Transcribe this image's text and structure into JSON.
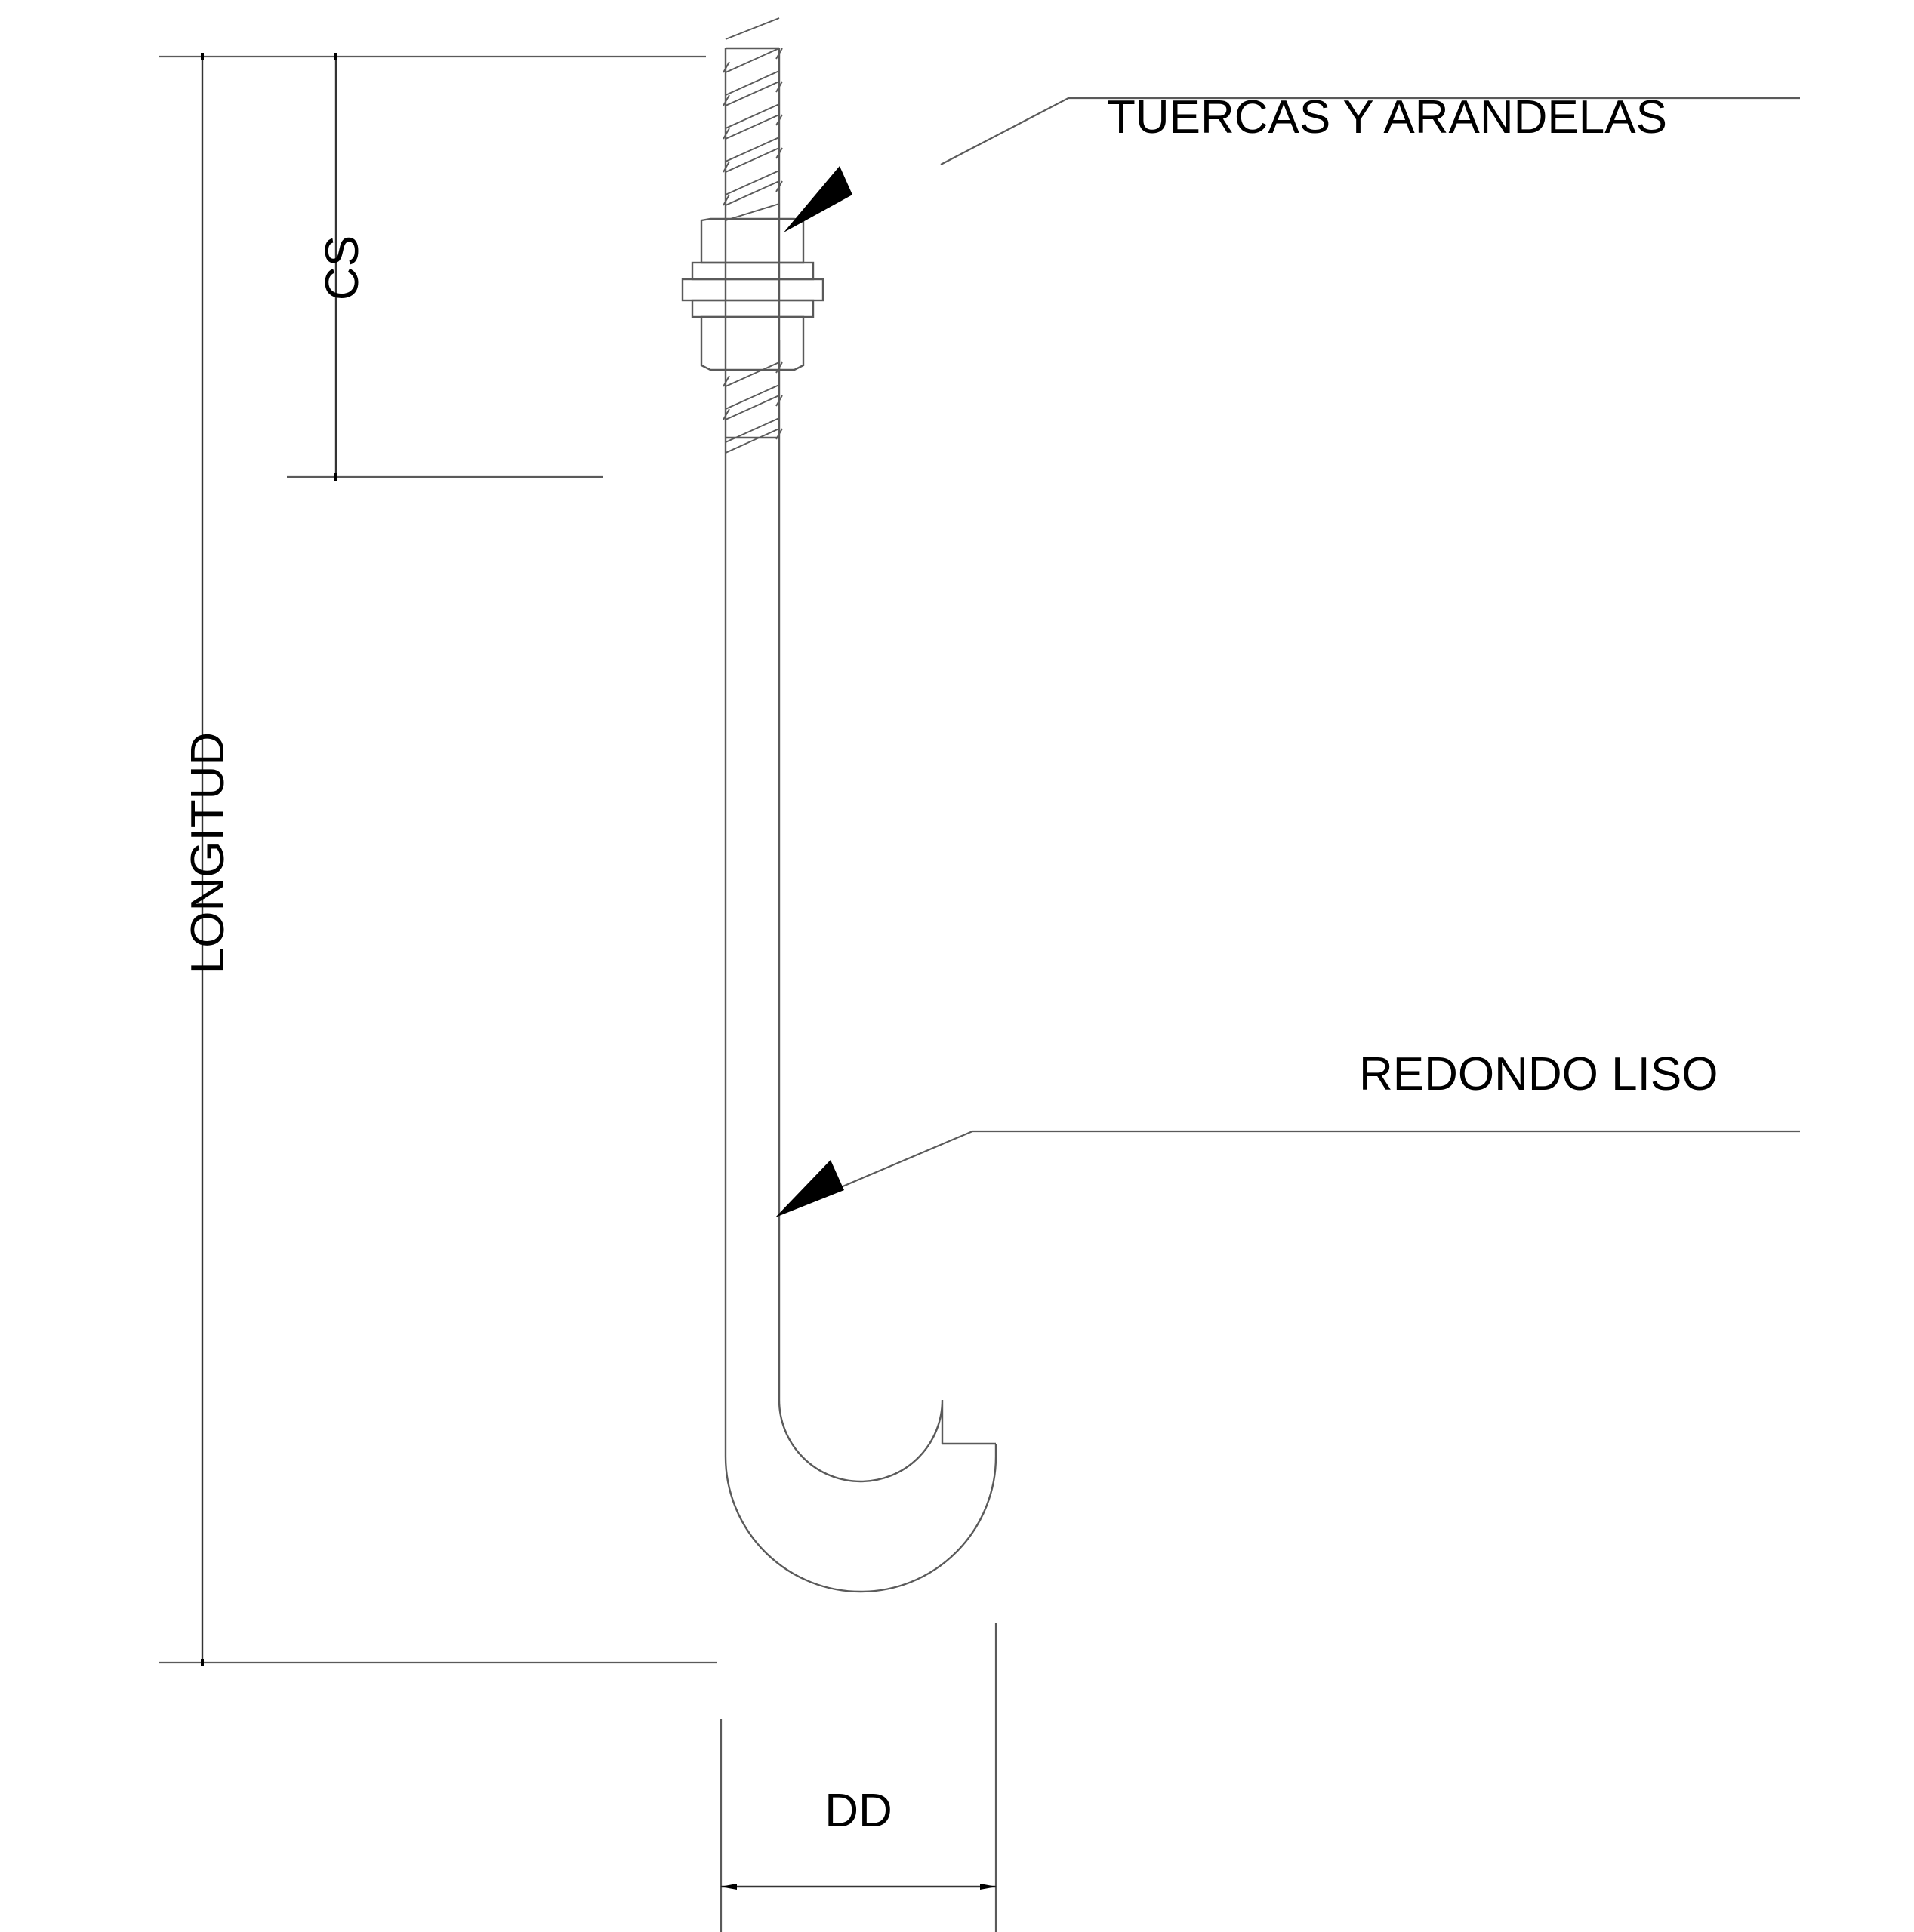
{
  "drawing": {
    "title": "Anclaje tipo J - despiece",
    "language": "es",
    "line_color": "#5a5a5a",
    "text_color": "#000000",
    "background": "#ffffff"
  },
  "annotations": {
    "nuts_washers": {
      "label": "TUERCAS Y ARANDELAS",
      "font_size": 62
    },
    "plain_round_bar": {
      "label": "REDONDO LISO",
      "font_size": 62
    }
  },
  "dimensions": {
    "overall_length": {
      "label": "LONGITUD",
      "font_size": 62,
      "orientation": "vertical"
    },
    "thread_projection": {
      "label": "CS",
      "font_size": 62,
      "orientation": "vertical"
    },
    "hook_diameter": {
      "label": "DD",
      "font_size": 62,
      "orientation": "horizontal"
    }
  },
  "parts": [
    {
      "name": "threaded-rod-upper",
      "label": "TUERCAS Y ARANDELAS"
    },
    {
      "name": "hex-nut-upper",
      "label": "TUERCAS Y ARANDELAS"
    },
    {
      "name": "washer-pair",
      "label": "TUERCAS Y ARANDELAS"
    },
    {
      "name": "hex-nut-lower",
      "label": "TUERCAS Y ARANDELAS"
    },
    {
      "name": "threaded-rod-lower",
      "label": "TUERCAS Y ARANDELAS"
    },
    {
      "name": "plain-shaft",
      "label": "REDONDO LISO"
    },
    {
      "name": "j-hook",
      "label": "REDONDO LISO"
    }
  ]
}
